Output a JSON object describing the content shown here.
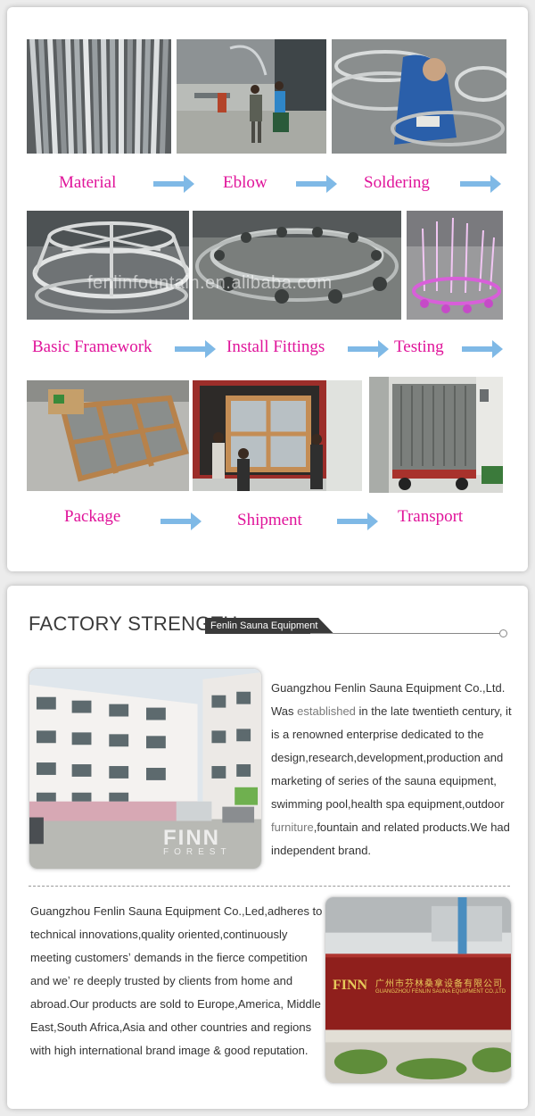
{
  "process": {
    "watermark": "fenlinfountain.en.alibaba.com",
    "steps": [
      "Material",
      "Eblow",
      "Soldering",
      "Basic Framework",
      "Install Fittings",
      "Testing",
      "Package",
      "Shipment",
      "Transport"
    ],
    "photo_box_label": ""
  },
  "factory": {
    "title": "FACTORY STRENGTH",
    "badge": "Fenlin Sauna Equipment",
    "para1_before": "Guangzhou Fenlin Sauna Equipment Co.,Ltd. Was ",
    "para1_highlight1": "established",
    "para1_middle": " in the late twentieth century, it is a renowned enterprise dedicated to the design,research,development,production and marketing of series of the sauna equipment, swimming pool,health spa equipment,outdoor ",
    "para1_highlight2": "furniture",
    "para1_after": ",fountain and related products.We had independent brand.",
    "para2": "Guangzhou Fenlin Sauna Equipment Co.,Led,adheres to technical innovations,quality oriented,continuously meeting customersʼ demands in the fierce competition and weʼ re deeply trusted by clients from home and abroad.Our products are sold to Europe,America, Middle East,South Africa,Asia and other countries and regions with high international brand image & good reputation.",
    "building_logo": "FINN",
    "building_logo_sub": "FOREST",
    "sign_brand": "FINN",
    "sign_text_cn": "广州市芬林桑拿设备有限公司",
    "sign_text_en": "GUANGZHOU FENLIN SAUNA EQUIPMENT CO.,LTD"
  },
  "colors": {
    "step_text": "#e0149a",
    "arrow": "#7fb9e6",
    "title_text": "#3a3a3a"
  },
  "icons": {
    "arrow": "right-arrow-icon",
    "title_dot": "circle-icon"
  }
}
